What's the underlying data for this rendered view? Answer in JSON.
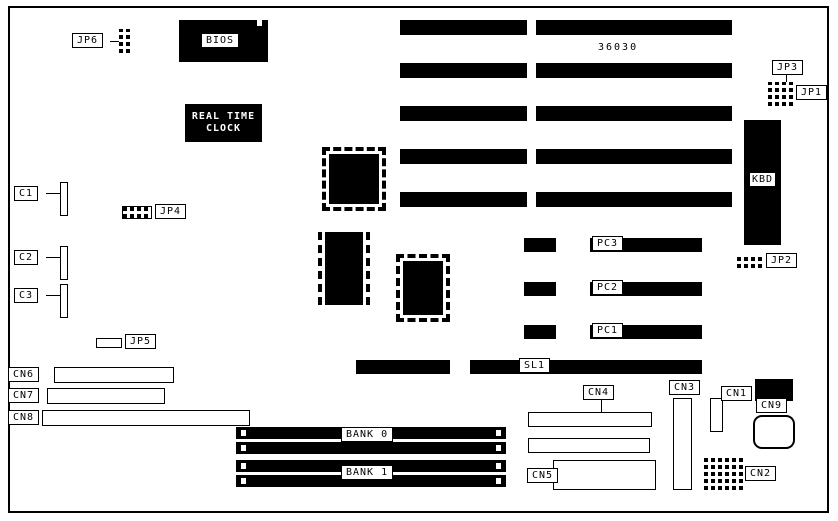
{
  "diagram_type": "motherboard-component-location-diagram",
  "colors": {
    "component": "#000000",
    "background": "#ffffff"
  },
  "chips": {
    "bios": "BIOS",
    "rtc_line1": "REAL TIME",
    "rtc_line2": "CLOCK",
    "chipset_number": "36030",
    "kbd": "KBD"
  },
  "jumpers": {
    "jp1": "JP1",
    "jp2": "JP2",
    "jp3": "JP3",
    "jp4": "JP4",
    "jp5": "JP5",
    "jp6": "JP6"
  },
  "slots": {
    "pc1": "PC1",
    "pc2": "PC2",
    "pc3": "PC3",
    "sl1": "SL1"
  },
  "connectors": {
    "c1": "C1",
    "c2": "C2",
    "c3": "C3",
    "cn1": "CN1",
    "cn2": "CN2",
    "cn3": "CN3",
    "cn4": "CN4",
    "cn5": "CN5",
    "cn6": "CN6",
    "cn7": "CN7",
    "cn8": "CN8",
    "cn9": "CN9"
  },
  "memory": {
    "bank0": "BANK 0",
    "bank1": "BANK 1"
  }
}
